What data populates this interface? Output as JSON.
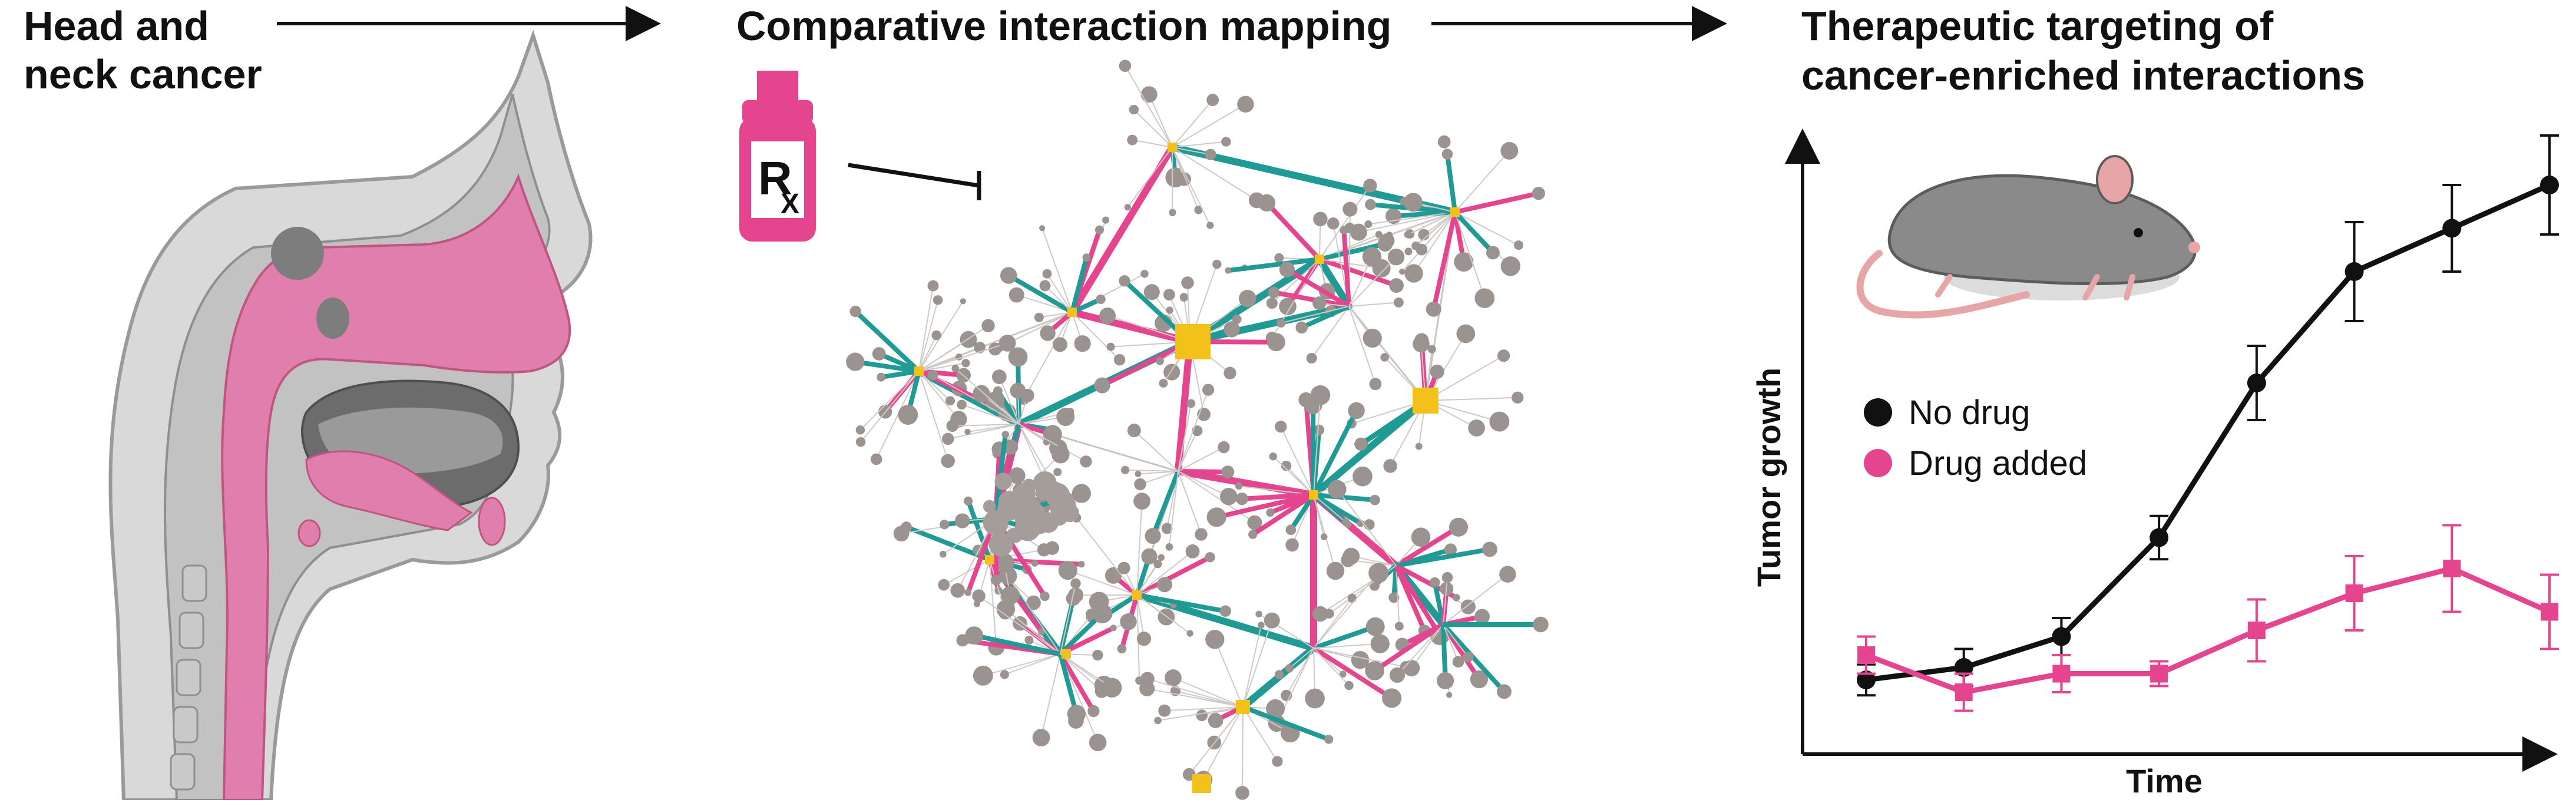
{
  "panels": {
    "left": {
      "title_line1": "Head and",
      "title_line2": "neck cancer"
    },
    "middle": {
      "title": "Comparative interaction mapping",
      "drug_label_main": "R",
      "drug_label_sub": "X"
    },
    "right": {
      "title_line1": "Therapeutic targeting of",
      "title_line2": "cancer-enriched interactions"
    }
  },
  "colors": {
    "pink": "#e5448e",
    "teal": "#1f9a95",
    "gold": "#f2c11a",
    "grey_node": "#9a9390",
    "black": "#111111"
  },
  "icons": [
    "anatomy-illustration",
    "drug-bottle-icon",
    "inhibition-arrow-icon",
    "network-graph",
    "mouse-illustration"
  ],
  "chart_data": {
    "type": "line",
    "title": "",
    "xlabel": "Time",
    "ylabel": "Tumor growth",
    "x": [
      1,
      2,
      3,
      4,
      5,
      6,
      7,
      8
    ],
    "ylim": [
      0,
      100
    ],
    "legend_placement": "left",
    "grid": false,
    "series": [
      {
        "name": "No drug",
        "color": "#111111",
        "marker": "circle",
        "values": [
          12,
          14,
          19,
          35,
          60,
          78,
          85,
          92
        ],
        "errors": [
          2.5,
          3,
          3,
          3.5,
          6,
          8,
          7,
          8
        ]
      },
      {
        "name": "Drug added",
        "color": "#e5448e",
        "marker": "square",
        "values": [
          16,
          10,
          13,
          13,
          20,
          26,
          30,
          23
        ],
        "errors": [
          3,
          3,
          3,
          2,
          5,
          6,
          7,
          6
        ]
      }
    ]
  }
}
